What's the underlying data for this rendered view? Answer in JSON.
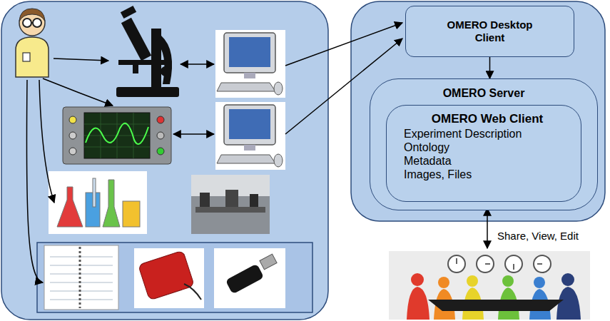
{
  "diagram": {
    "nodes": [
      {
        "text": [
          "OMERO Desktop Client"
        ]
      },
      {
        "text": [
          "OMERO Server"
        ]
      },
      {
        "text": [
          "OMERO Web Client",
          "Experiment Description",
          "Ontology",
          "Metadata",
          "Images, Files"
        ],
        "in": 1
      }
    ],
    "edges": [
      {
        "from": 0,
        "to": 1,
        "arrow": "to"
      }
    ],
    "labels": [
      "Share, View, Edit"
    ]
  }
}
